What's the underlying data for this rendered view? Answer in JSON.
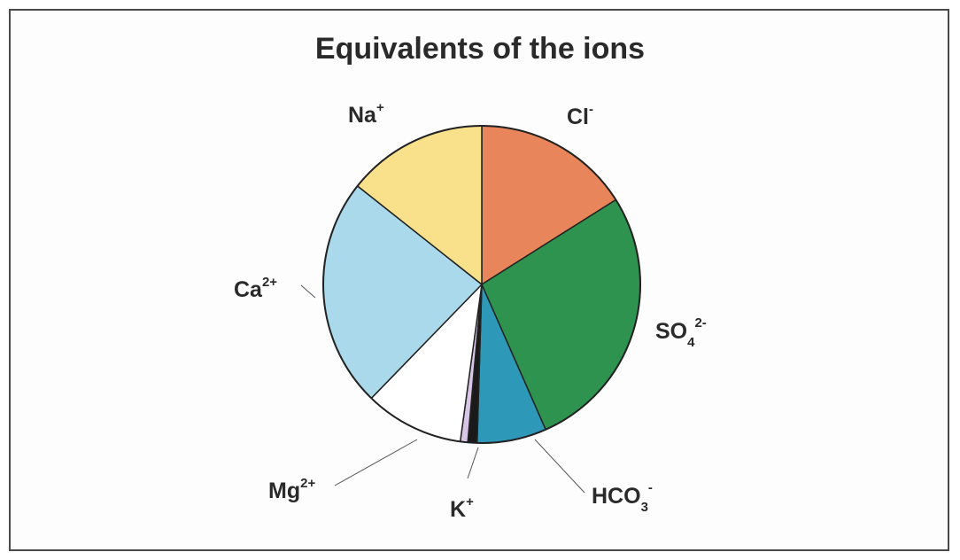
{
  "chart_data": {
    "type": "pie",
    "title": "Equivalents of the ions",
    "slices": [
      {
        "label": "Cl",
        "sup": "-",
        "sub": "",
        "value": 17.0,
        "color": "#e8855a"
      },
      {
        "label": "SO",
        "sup": "2-",
        "sub": "4",
        "value": 29.0,
        "color": "#2f9350"
      },
      {
        "label": "HCO",
        "sup": "-",
        "sub": "3",
        "value": 7.5,
        "color": "#2e98b8"
      },
      {
        "label": "",
        "sup": "",
        "sub": "",
        "value": 1.0,
        "color": "#1a1a1a"
      },
      {
        "label": "K",
        "sup": "+",
        "sub": "",
        "value": 0.8,
        "color": "#d8c6e6"
      },
      {
        "label": "Mg",
        "sup": "2+",
        "sub": "",
        "value": 10.7,
        "color": "#ffffff"
      },
      {
        "label": "Ca",
        "sup": "2+",
        "sub": "",
        "value": 24.8,
        "color": "#a9d9ea"
      },
      {
        "label": "Na",
        "sup": "+",
        "sub": "",
        "value": 15.2,
        "color": "#f9e08a"
      }
    ]
  }
}
